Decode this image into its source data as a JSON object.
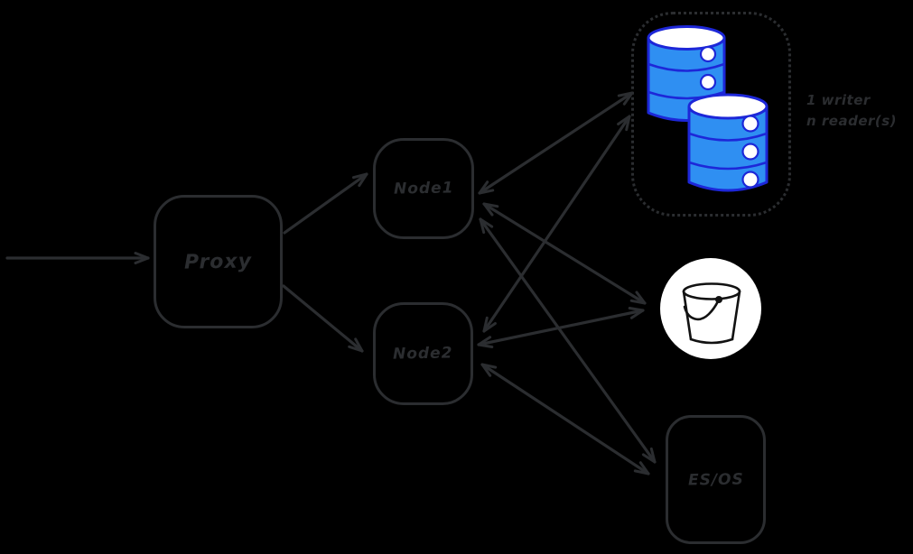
{
  "diagram": {
    "title": "proxy-nodes-storage-architecture",
    "colors": {
      "background": "#000000",
      "stroke": "#2b2d30",
      "db_fill": "#2f8ff2",
      "db_stroke": "#1d27d8",
      "bucket_bg": "#ffffff",
      "bucket_line": "#121212"
    },
    "proxy": {
      "label": "Proxy"
    },
    "node1": {
      "label": "Node1"
    },
    "node2": {
      "label": "Node2"
    },
    "esos": {
      "label": "ES/OS"
    },
    "db_cluster": {
      "icon": "database-icon",
      "cylinder_count": 2,
      "caption": [
        "1 writer",
        "n reader(s)"
      ]
    },
    "bucket": {
      "icon": "bucket-icon"
    },
    "edges": [
      {
        "from": "external",
        "to": "proxy",
        "direction": "one-way"
      },
      {
        "from": "proxy",
        "to": "node1",
        "direction": "one-way"
      },
      {
        "from": "proxy",
        "to": "node2",
        "direction": "one-way"
      },
      {
        "from": "node1",
        "to": "db-cluster",
        "direction": "two-way"
      },
      {
        "from": "node2",
        "to": "db-cluster",
        "direction": "two-way"
      },
      {
        "from": "node1",
        "to": "bucket",
        "direction": "two-way"
      },
      {
        "from": "node2",
        "to": "bucket",
        "direction": "two-way"
      },
      {
        "from": "node1",
        "to": "esos",
        "direction": "two-way"
      },
      {
        "from": "node2",
        "to": "esos",
        "direction": "two-way"
      }
    ]
  }
}
